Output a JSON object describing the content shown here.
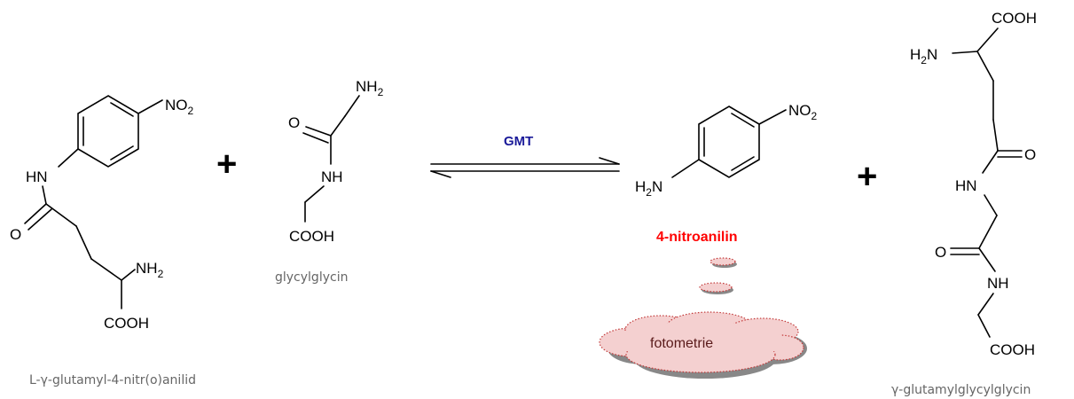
{
  "reactant1": {
    "atoms": {
      "no2": "NO",
      "no2_sub": "2",
      "nh": "HN",
      "o": "O",
      "nh2": "NH",
      "nh2_sub": "2",
      "cooh": "COOH"
    },
    "name": "L-γ-glutamyl-4-nitr(o)anilid"
  },
  "reactant2": {
    "atoms": {
      "nh2": "NH",
      "nh2_sub": "2",
      "o": "O",
      "nh": "NH",
      "cooh": "COOH"
    },
    "name": "glycylglycin"
  },
  "plus_sign": "+",
  "enzyme": "GMT",
  "product1": {
    "atoms": {
      "no2": "NO",
      "no2_sub": "2",
      "h2n_h": "H",
      "h2n_sub": "2",
      "h2n_n": "N"
    },
    "name": "4-nitroanilin",
    "detection": "fotometrie"
  },
  "product2": {
    "atoms": {
      "cooh_top": "COOH",
      "h2n_h": "H",
      "h2n_sub": "2",
      "h2n_n": "N",
      "o1": "O",
      "hn": "HN",
      "o2": "O",
      "nh": "NH",
      "cooh_bottom": "COOH"
    },
    "name": "γ-glutamylglycylglycin"
  },
  "colors": {
    "enzyme": "#1a1a99",
    "product_name": "#ff0000",
    "caption": "#666666",
    "cloud_fill": "#f4d0d0",
    "cloud_stroke": "#c23a3a"
  }
}
